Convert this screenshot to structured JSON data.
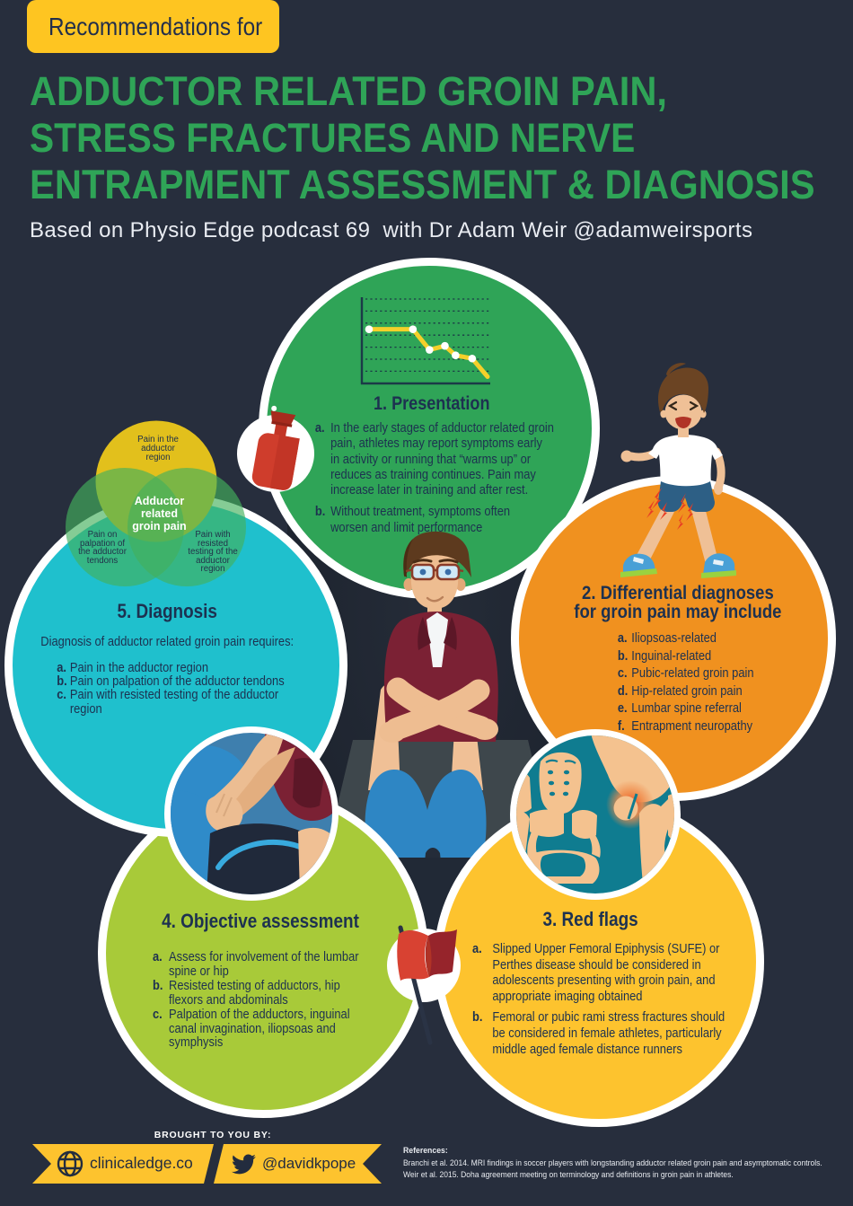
{
  "poster": {
    "badge": "Recommendations for",
    "title_line1": "ADDUCTOR RELATED GROIN PAIN,",
    "title_line2": "STRESS FRACTURES AND NERVE",
    "title_line3": "ENTRAPMENT ASSESSMENT & DIAGNOSIS",
    "subtitle": "Based on Physio Edge podcast 69  with Dr Adam Weir @adamweirsports"
  },
  "sections": {
    "presentation": {
      "title": "1. Presentation",
      "items": [
        {
          "k": "a.",
          "text": "In the early stages of adductor related groin pain, athletes may report symptoms early in activity or running that “warms up” or reduces as training continues. Pain may increase later in training and after rest."
        },
        {
          "k": "b.",
          "text": "Without treatment, symptoms often worsen and limit performance"
        }
      ]
    },
    "differential": {
      "title": "2. Differential diagnoses for groin pain may include",
      "items": [
        {
          "k": "a.",
          "text": "Iliopsoas-related"
        },
        {
          "k": "b.",
          "text": "Inguinal-related"
        },
        {
          "k": "c.",
          "text": "Pubic-related groin pain"
        },
        {
          "k": "d.",
          "text": "Hip-related groin pain"
        },
        {
          "k": "e.",
          "text": "Lumbar spine referral"
        },
        {
          "k": "f.",
          "text": "Entrapment neuropathy"
        }
      ]
    },
    "redflags": {
      "title": "3. Red flags",
      "items": [
        {
          "k": "a.",
          "text": "Slipped Upper Femoral Epiphysis (SUFE) or Perthes disease should be considered in adolescents presenting with groin pain, and appropriate imaging obtained"
        },
        {
          "k": "b.",
          "text": "Femoral or pubic rami stress fractures should be considered in female athletes, particularly middle aged female distance runners"
        }
      ]
    },
    "objective": {
      "title": "4. Objective assessment",
      "items": [
        {
          "k": "a.",
          "text": "Assess for involvement of the lumbar spine or hip"
        },
        {
          "k": "b.",
          "text": "Resisted testing of adductors, hip flexors and abdominals"
        },
        {
          "k": "c.",
          "text": "Palpation of the adductors, inguinal canal invagination, iliopsoas and symphysis"
        }
      ]
    },
    "diagnosis": {
      "title": "5. Diagnosis",
      "intro": "Diagnosis of adductor related groin pain requires:",
      "items": [
        {
          "k": "a.",
          "text": "Pain in the adductor region"
        },
        {
          "k": "b.",
          "text": "Pain on palpation of the adductor tendons"
        },
        {
          "k": "c.",
          "text": "Pain with resisted testing of the adductor region"
        }
      ]
    }
  },
  "venn": {
    "top": "Pain in the adductor region",
    "center": "Adductor related groin pain",
    "left": "Pain on palpation of the adductor tendons",
    "right": "Pain with resisted testing of the adductor region"
  },
  "footer": {
    "brought_by": "BROUGHT TO YOU BY:",
    "website": "clinicaledge.co",
    "twitter_handle": "@davidkpope",
    "references_title": "References:",
    "reference1": "Branchi et al. 2014. MRI findings in soccer players with longstanding adductor related groin pain and asymptomatic controls.",
    "reference2": "Weir et al. 2015. Doha agreement meeting on terminology and definitions in groin pain in athletes."
  },
  "chart_data": {
    "type": "line",
    "title": "",
    "x": [
      0,
      37,
      51,
      64,
      73,
      87,
      100
    ],
    "y": [
      64,
      64,
      38,
      43,
      31,
      27,
      4
    ],
    "xlabel": "",
    "ylabel": "",
    "grid": "dashed horizontal",
    "note": "decorative declining pain/performance sparkline in section 1"
  },
  "illustrations": [
    "declining-line-chart",
    "hot-water-bottle",
    "runner-with-groin-pain-flashes",
    "physiotherapist-treating-patient-knees",
    "pelvis-hip-xray-with-pain-glow",
    "manual-therapy-massage-photo",
    "red-flag",
    "three-circle-venn-diagram",
    "globe-icon",
    "twitter-bird-icon"
  ],
  "colors": {
    "background": "#283040",
    "green": "#2fa457",
    "orange": "#f0911f",
    "yellow": "#fdc32e",
    "lime": "#a8ca39",
    "teal": "#1fc0cd",
    "navy_text": "#1d3150",
    "white": "#ffffff",
    "red": "#d84232"
  }
}
